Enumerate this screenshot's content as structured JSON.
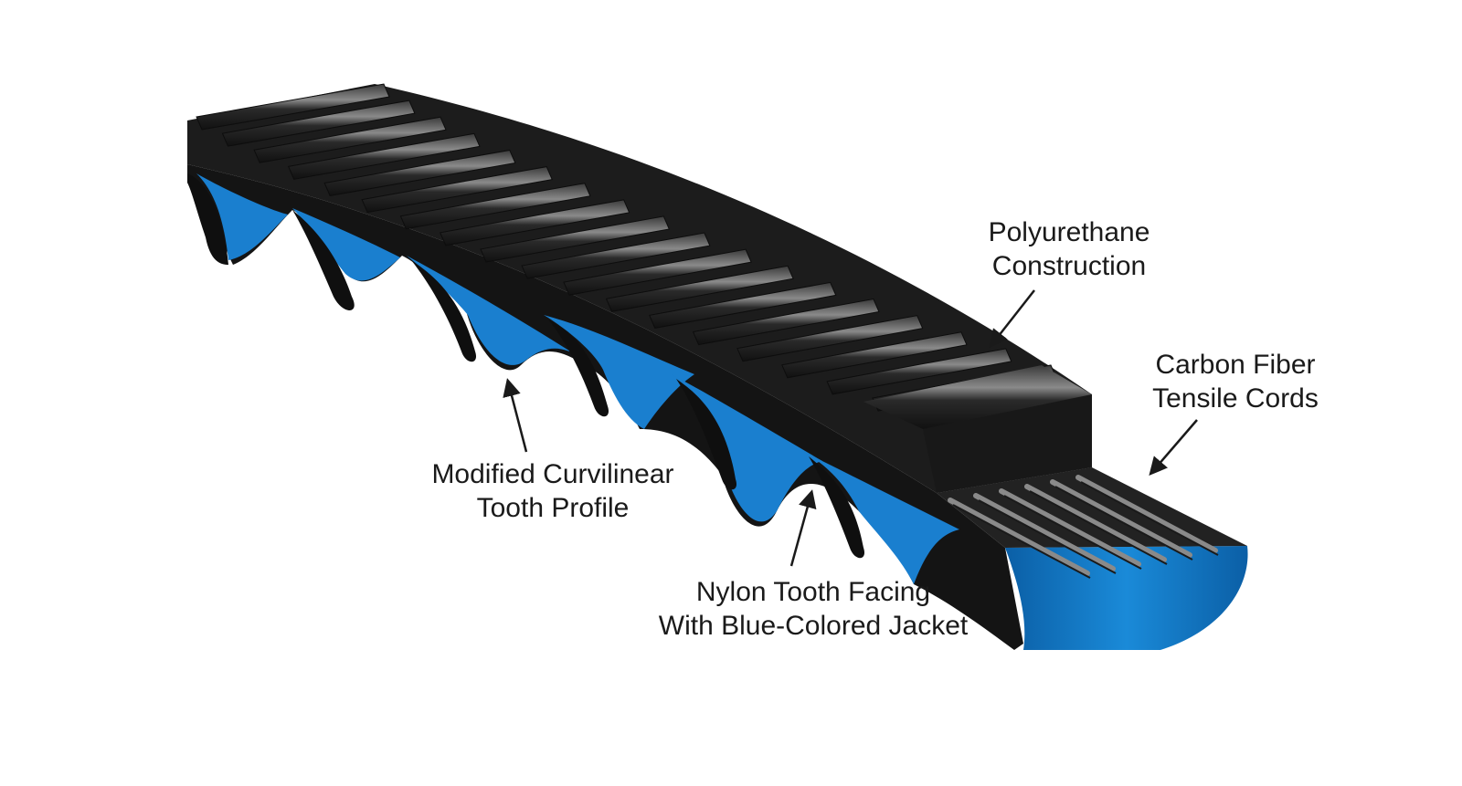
{
  "colors": {
    "belt_black": "#1c1c1c",
    "belt_dark": "#0d0d0d",
    "belt_highlight": "#6e6e6e",
    "jacket_blue": "#1a7fcf",
    "jacket_blue_dark": "#0b5fa6",
    "label_text": "#1a1a1a",
    "background": "#ffffff"
  },
  "callouts": {
    "polyurethane": {
      "line1": "Polyurethane",
      "line2": "Construction"
    },
    "carbon_fiber": {
      "line1": "Carbon Fiber",
      "line2": "Tensile Cords"
    },
    "tooth_profile": {
      "line1": "Modified Curvilinear",
      "line2": "Tooth Profile"
    },
    "nylon_facing": {
      "line1": "Nylon Tooth Facing",
      "line2": "With Blue-Colored Jacket"
    }
  }
}
